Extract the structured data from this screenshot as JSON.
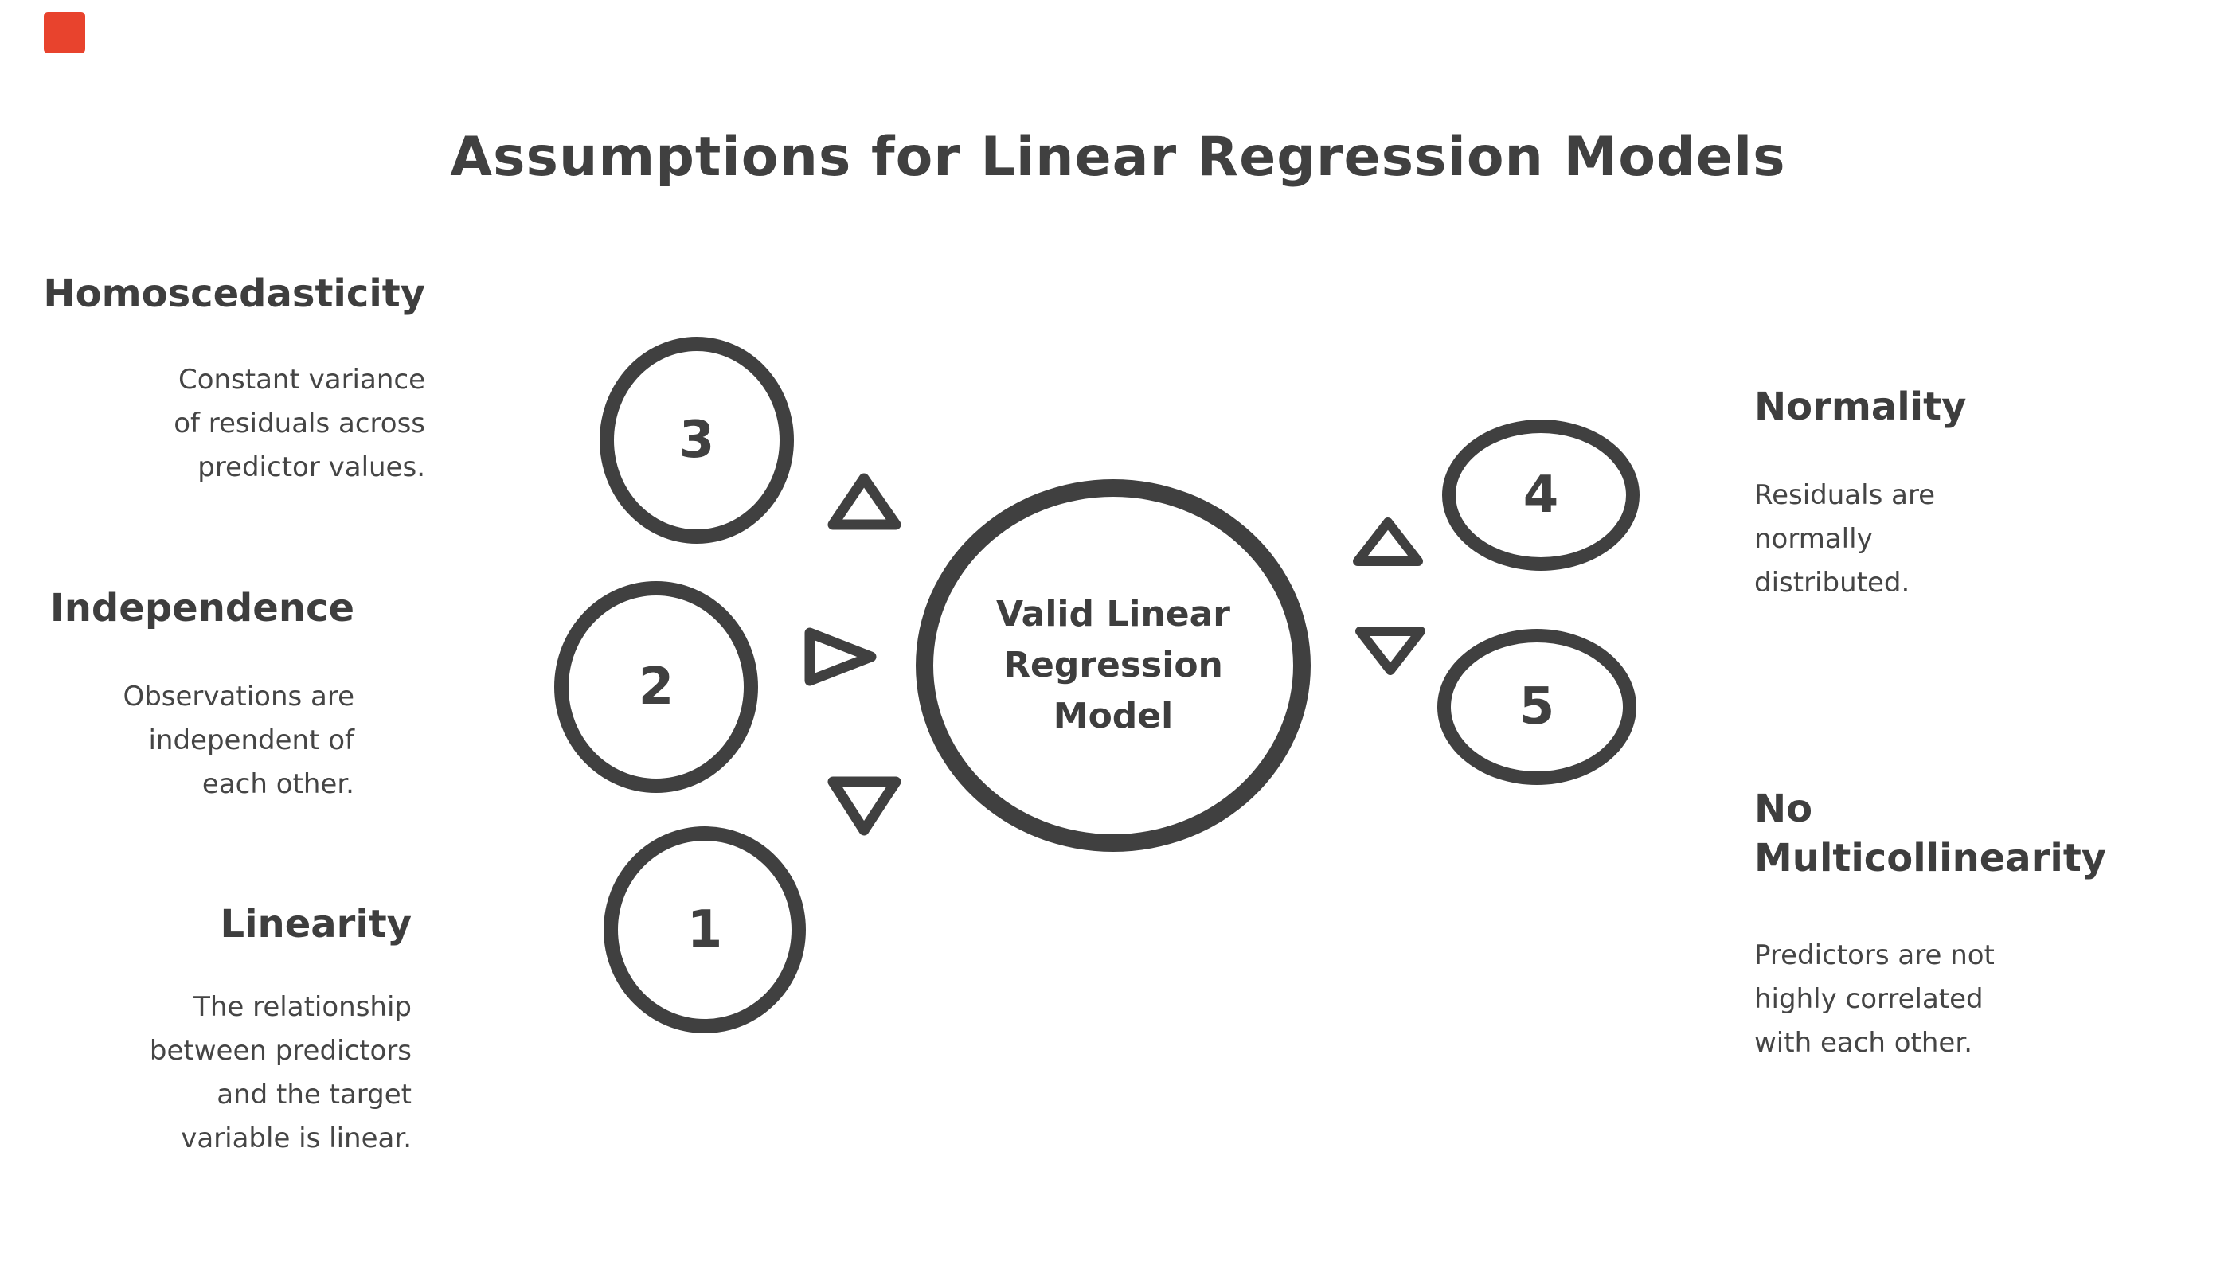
{
  "title": "Assumptions for Linear Regression Models",
  "center_node": {
    "label": "Valid Linear\nRegression\nModel"
  },
  "assumptions": [
    {
      "number": "1",
      "heading": "Linearity",
      "description": "The relationship\nbetween predictors\nand the target\nvariable is linear."
    },
    {
      "number": "2",
      "heading": "Independence",
      "description": "Observations are\nindependent of\neach other."
    },
    {
      "number": "3",
      "heading": "Homoscedasticity",
      "description": "Constant variance\nof residuals across\npredictor values."
    },
    {
      "number": "4",
      "heading": "Normality",
      "description": "Residuals are\nnormally\ndistributed."
    },
    {
      "number": "5",
      "heading": "No\nMulticollinearity",
      "description": "Predictors are not\nhighly correlated\nwith each other."
    }
  ],
  "icons": {
    "triangle_up": "triangle-up-icon",
    "triangle_right": "triangle-right-icon",
    "triangle_down": "triangle-down-icon"
  },
  "colors": {
    "ink": "#404040",
    "background": "#ffffff",
    "corner_accent": "#e8432d"
  }
}
